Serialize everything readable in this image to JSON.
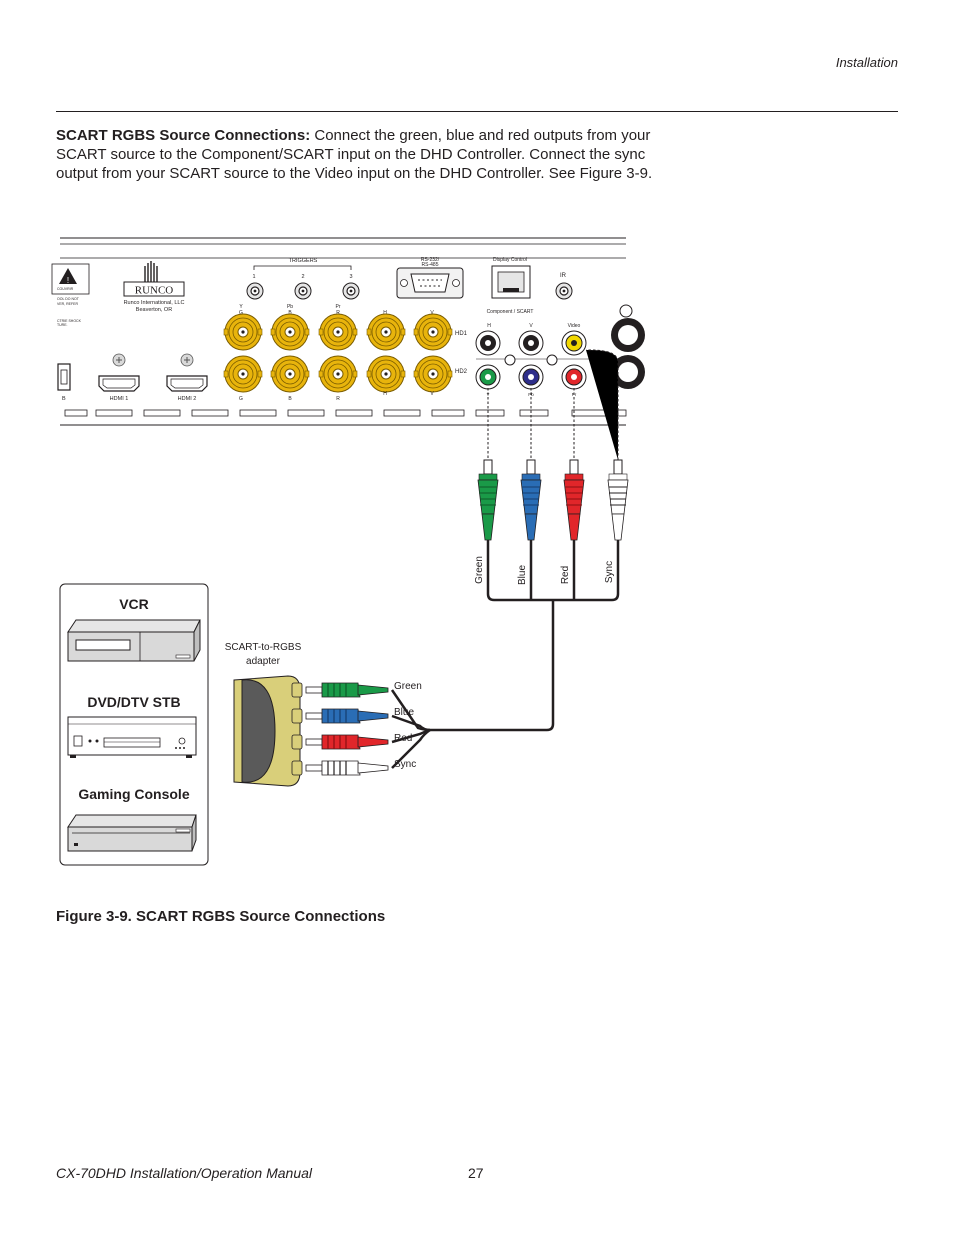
{
  "header": {
    "section": "Installation"
  },
  "intro": {
    "bold_lead": "SCART RGBS Source Connections:",
    "text": " Connect the green, blue and red outputs from your SCART source to the Component/SCART input on the DHD Controller. Connect the sync output from your SCART source to the Video input on the DHD Controller. See Figure 3-9."
  },
  "panel": {
    "brand": "RUNCO",
    "company_line1": "Runco International, LLC",
    "company_line2": "Beaverton, OR",
    "triggers_label": "TRIGGERS",
    "trigger_nums": [
      "1",
      "2",
      "3"
    ],
    "rs232_line1": "RS-232/",
    "rs232_line2": "RS-485",
    "display_control": "Display Control",
    "ir_label": "IR",
    "component_scart": "Component / SCART",
    "video_label": "Video",
    "hd1": "HD1",
    "hd2": "HD2",
    "hdmi1": "HDMI 1",
    "hdmi2": "HDMI 2",
    "col_top": [
      "Y",
      "Pb",
      "Pr",
      "H",
      "V"
    ],
    "col_sub": [
      "G",
      "B",
      "R"
    ],
    "comp_top": [
      "H",
      "V"
    ],
    "comp_bottom": [
      "Y",
      "Pb",
      "Pr"
    ],
    "b_label": "B",
    "warning_lines": [
      "COUVRIR",
      "OOL DO NOT",
      "VER, REFER",
      "CTRIE SHOCK",
      "TURE."
    ]
  },
  "cable_labels": [
    "Green",
    "Blue",
    "Red",
    "Sync"
  ],
  "sources": {
    "vcr": "VCR",
    "dvd": "DVD/DTV STB",
    "gaming": "Gaming Console"
  },
  "adapter": {
    "line1": "SCART-to-RGBS",
    "line2": "adapter",
    "outputs": [
      "Green",
      "Blue",
      "Red",
      "Sync"
    ]
  },
  "caption": "Figure 3-9. SCART RGBS Source Connections",
  "footer": {
    "manual": "CX-70DHD Installation/Operation Manual",
    "page": "27"
  },
  "colors": {
    "green": "#1a9a48",
    "blue": "#2a6db5",
    "red": "#e1262a",
    "gold": "#e8b40c",
    "sync": "#ffffff"
  }
}
